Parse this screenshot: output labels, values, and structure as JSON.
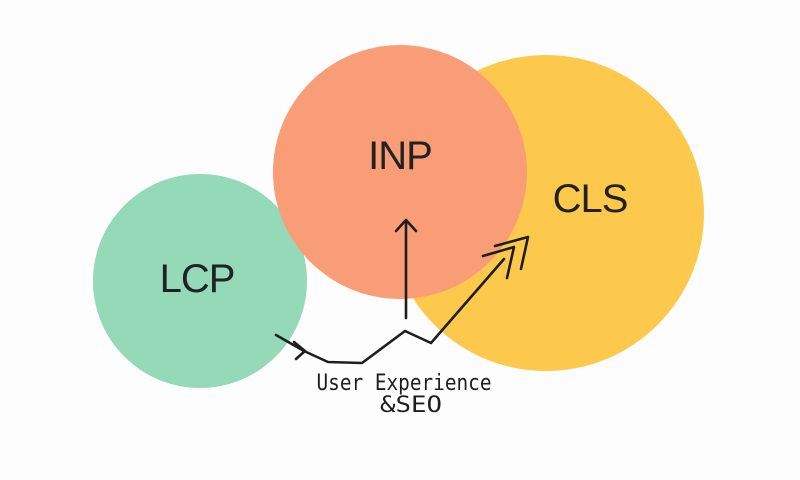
{
  "diagram": {
    "background": "#fdfdfd",
    "line_color": "#1e1e1e",
    "label_color": "#222222",
    "circles": {
      "lcp": {
        "label": "LCP",
        "color": "#94d9b8"
      },
      "inp": {
        "label": "INP",
        "color": "#f99d76"
      },
      "cls": {
        "label": "CLS",
        "color": "#fdc94d"
      }
    },
    "annotation": {
      "line1": "User Experience",
      "line2": "&SEO"
    }
  }
}
